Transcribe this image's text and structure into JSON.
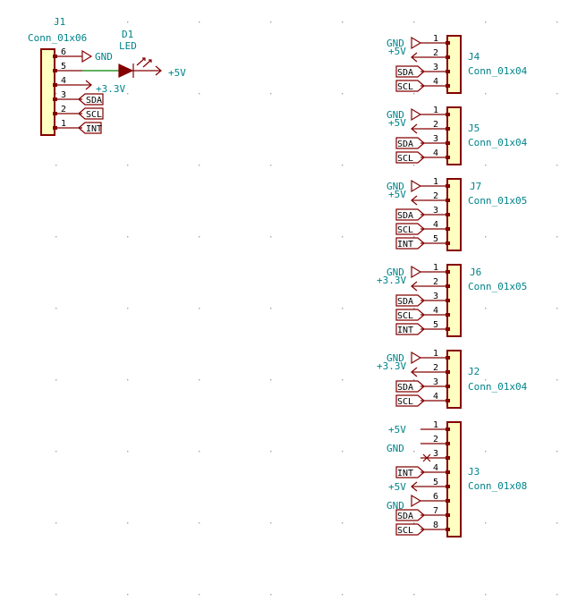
{
  "j1": {
    "ref": "J1",
    "value": "Conn_01x06",
    "pins": [
      "6",
      "5",
      "4",
      "3",
      "2",
      "1"
    ],
    "net_gnd": "GND",
    "net_3v3": "+3.3V",
    "labels": [
      "SDA",
      "SCL",
      "INT"
    ]
  },
  "d1": {
    "ref": "D1",
    "value": "LED",
    "net": "+5V"
  },
  "connectors": [
    {
      "ref": "J4",
      "value": "Conn_01x04",
      "pins": [
        "1",
        "2",
        "3",
        "4"
      ],
      "nets": [
        "GND",
        "+5V"
      ],
      "labels": [
        "SDA",
        "SCL"
      ]
    },
    {
      "ref": "J5",
      "value": "Conn_01x04",
      "pins": [
        "1",
        "2",
        "3",
        "4"
      ],
      "nets": [
        "GND",
        "+5V"
      ],
      "labels": [
        "SDA",
        "SCL"
      ]
    },
    {
      "ref": "J7",
      "value": "Conn_01x05",
      "pins": [
        "1",
        "2",
        "3",
        "4",
        "5"
      ],
      "nets": [
        "GND",
        "+5V"
      ],
      "labels": [
        "SDA",
        "SCL",
        "INT"
      ]
    },
    {
      "ref": "J6",
      "value": "Conn_01x05",
      "pins": [
        "1",
        "2",
        "3",
        "4",
        "5"
      ],
      "nets": [
        "GND",
        "+3.3V"
      ],
      "labels": [
        "SDA",
        "SCL",
        "INT"
      ]
    },
    {
      "ref": "J2",
      "value": "Conn_01x04",
      "pins": [
        "1",
        "2",
        "3",
        "4"
      ],
      "nets": [
        "GND",
        "+3.3V"
      ],
      "labels": [
        "SDA",
        "SCL"
      ]
    }
  ],
  "j3": {
    "ref": "J3",
    "value": "Conn_01x08",
    "pins": [
      "1",
      "2",
      "3",
      "4",
      "5",
      "6",
      "7",
      "8"
    ],
    "nets": [
      "+5V",
      "GND",
      "+5V",
      "GND"
    ],
    "labels": [
      "INT",
      "SDA",
      "SCL"
    ]
  },
  "colors": {
    "body_fill": "#ffffc2",
    "body_stroke": "#840000",
    "text": "#00848a",
    "wire": "#008400"
  }
}
